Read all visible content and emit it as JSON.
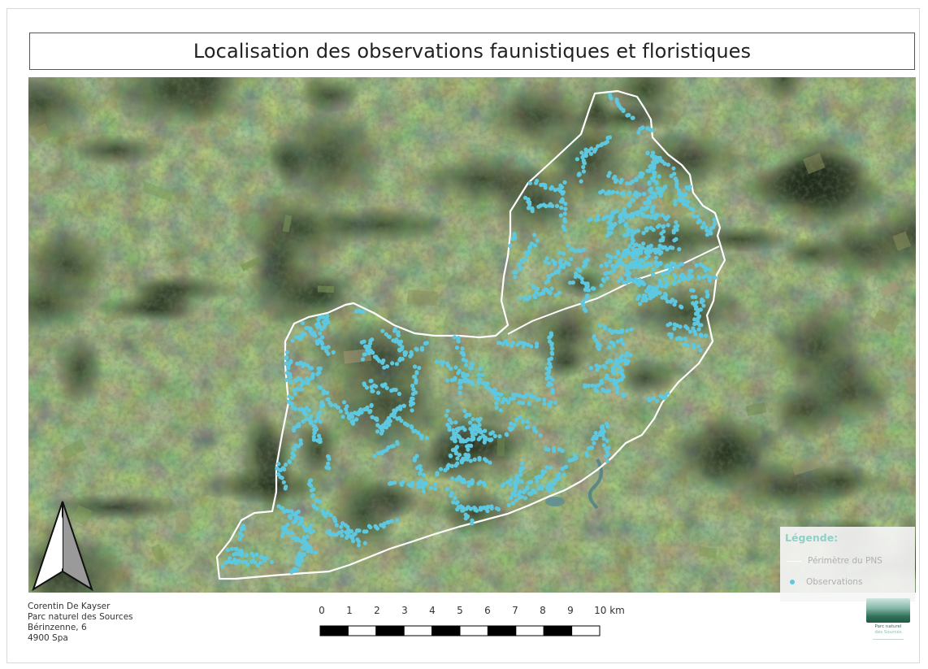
{
  "title": "Localisation des observations faunistiques et floristiques",
  "credits": {
    "lines": [
      "Corentin De Kayser",
      "Parc naturel des Sources",
      "Bérinzenne, 6",
      "4900 Spa"
    ]
  },
  "scale_bar": {
    "labels": [
      "0",
      "1",
      "2",
      "3",
      "4",
      "5",
      "6",
      "7",
      "8",
      "9",
      "10 km"
    ],
    "segments": 10
  },
  "legend": {
    "title": "Légende:",
    "items": [
      {
        "label": "Périmètre du PNS",
        "symbol": "white-outline"
      },
      {
        "label": "Observations",
        "symbol": "cyan-dot"
      }
    ]
  },
  "logo": {
    "line1": "Parc naturel",
    "line2": "des Sources"
  },
  "colors": {
    "observation": "#5ec8e0",
    "perimeter": "#ffffff",
    "legend_title": "#8fd0c7",
    "imagery_base": "#3c4a30"
  },
  "icons": {
    "north_arrow": "north-arrow-icon"
  }
}
